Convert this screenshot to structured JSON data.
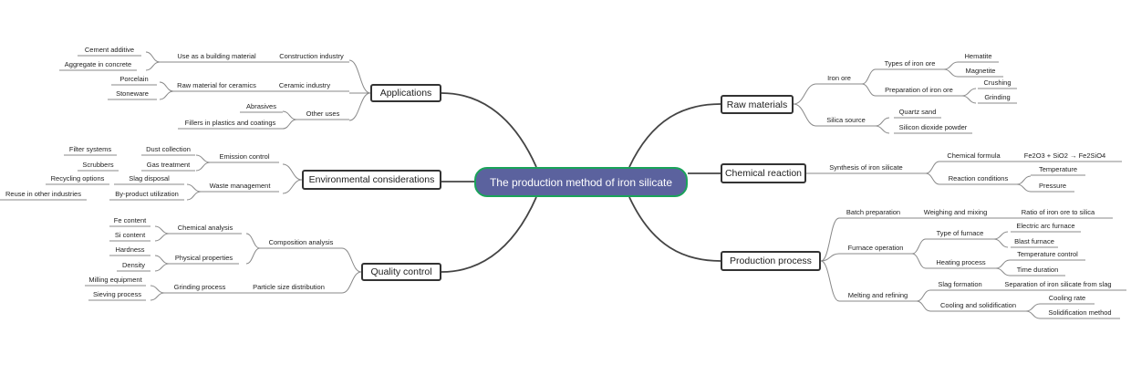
{
  "central": {
    "label": "The production method of iron silicate",
    "fill": "#5b629e",
    "border": "#1aa35a"
  },
  "branches": {
    "applications": {
      "label": "Applications",
      "children": [
        {
          "label": "Construction industry",
          "children": [
            {
              "label": "Use as a building material",
              "children": [
                "Cement additive",
                "Aggregate in concrete"
              ]
            }
          ]
        },
        {
          "label": "Ceramic industry",
          "children": [
            {
              "label": "Raw material for ceramics",
              "children": [
                "Porcelain",
                "Stoneware"
              ]
            }
          ]
        },
        {
          "label": "Other uses",
          "children": [
            "Abrasives",
            "Fillers in plastics and coatings"
          ]
        }
      ]
    },
    "environmental": {
      "label": "Environmental considerations",
      "children": [
        {
          "label": "Emission control",
          "children": [
            {
              "label": "Dust collection",
              "children": [
                "Filter systems"
              ]
            },
            {
              "label": "Gas treatment",
              "children": [
                "Scrubbers"
              ]
            }
          ]
        },
        {
          "label": "Waste management",
          "children": [
            {
              "label": "Slag disposal",
              "children": [
                "Recycling options"
              ]
            },
            {
              "label": "By-product utilization",
              "children": [
                "Reuse in other industries"
              ]
            }
          ]
        }
      ]
    },
    "quality": {
      "label": "Quality control",
      "children": [
        {
          "label": "Composition analysis",
          "children": [
            {
              "label": "Chemical analysis",
              "children": [
                "Fe content",
                "Si content"
              ]
            },
            {
              "label": "Physical properties",
              "children": [
                "Hardness",
                "Density"
              ]
            }
          ]
        },
        {
          "label": "Particle size distribution",
          "children": [
            {
              "label": "Grinding process",
              "children": [
                "Milling equipment",
                "Sieving process"
              ]
            }
          ]
        }
      ]
    },
    "raw": {
      "label": "Raw materials",
      "children": [
        {
          "label": "Iron ore",
          "children": [
            {
              "label": "Types of iron ore",
              "children": [
                "Hematite",
                "Magnetite"
              ]
            },
            {
              "label": "Preparation of iron ore",
              "children": [
                "Crushing",
                "Grinding"
              ]
            }
          ]
        },
        {
          "label": "Silica source",
          "children": [
            "Quartz sand",
            "Silicon dioxide powder"
          ]
        }
      ]
    },
    "chemical": {
      "label": "Chemical reaction",
      "children": [
        {
          "label": "Synthesis of iron silicate",
          "children": [
            {
              "label": "Chemical formula",
              "children": [
                "Fe2O3 + SiO2 → Fe2SiO4"
              ]
            },
            {
              "label": "Reaction conditions",
              "children": [
                "Temperature",
                "Pressure"
              ]
            }
          ]
        }
      ]
    },
    "production": {
      "label": "Production process",
      "children": [
        {
          "label": "Batch preparation",
          "children": [
            {
              "label": "Weighing and mixing",
              "children": [
                "Ratio of iron ore to silica"
              ]
            }
          ]
        },
        {
          "label": "Furnace operation",
          "children": [
            {
              "label": "Type of furnace",
              "children": [
                "Electric arc furnace",
                "Blast furnace"
              ]
            },
            {
              "label": "Heating process",
              "children": [
                "Temperature control",
                "Time duration"
              ]
            }
          ]
        },
        {
          "label": "Melting and refining",
          "children": [
            {
              "label": "Slag formation",
              "children": [
                "Separation of iron silicate from slag"
              ]
            },
            {
              "label": "Cooling and solidification",
              "children": [
                "Cooling rate",
                "Solidification method"
              ]
            }
          ]
        }
      ]
    }
  }
}
